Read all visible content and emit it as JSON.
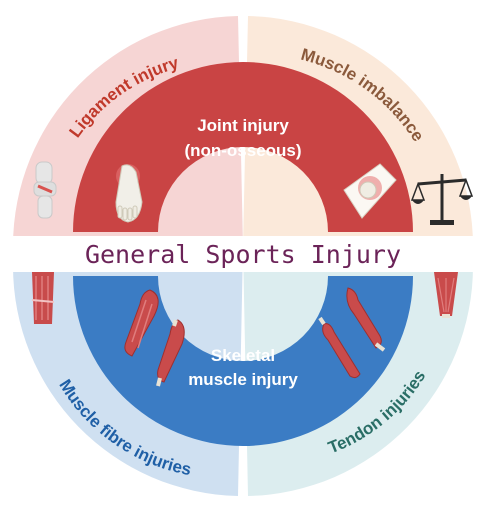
{
  "title": "General Sports Injury",
  "inner": {
    "top_line1": "Joint injury",
    "top_line2": "(non-osseous)",
    "bottom_line1": "Skeletal",
    "bottom_line2": "muscle injury"
  },
  "outer": {
    "top_left": "Ligament injury",
    "top_right": "Muscle imbalance",
    "bottom_left": "Muscle fibre injuries",
    "bottom_right": "Tendon injuries"
  },
  "icons": {
    "knee_ligament": "knee-ligament-icon",
    "foot_joint": "foot-joint-icon",
    "knee_joint": "knee-joint-icon",
    "scale": "balance-scale-icon",
    "muscle_fibre": "muscle-fibre-icon",
    "arm_muscle": "arm-muscle-icon",
    "leg_muscle": "leg-muscle-icon",
    "tendon": "tendon-icon"
  },
  "colors": {
    "top_left_sector": "#f6d5d4",
    "top_right_sector": "#fbe9da",
    "bottom_left_sector": "#cfe0f1",
    "bottom_right_sector": "#dcedef",
    "inner_top": "#c94444",
    "inner_bottom": "#3b7cc4",
    "top_left_text": "#c0392b",
    "top_right_text": "#8b5a3c",
    "bottom_left_text": "#1f5fa6",
    "bottom_right_text": "#2a6e66",
    "title_text": "#6b2358"
  }
}
